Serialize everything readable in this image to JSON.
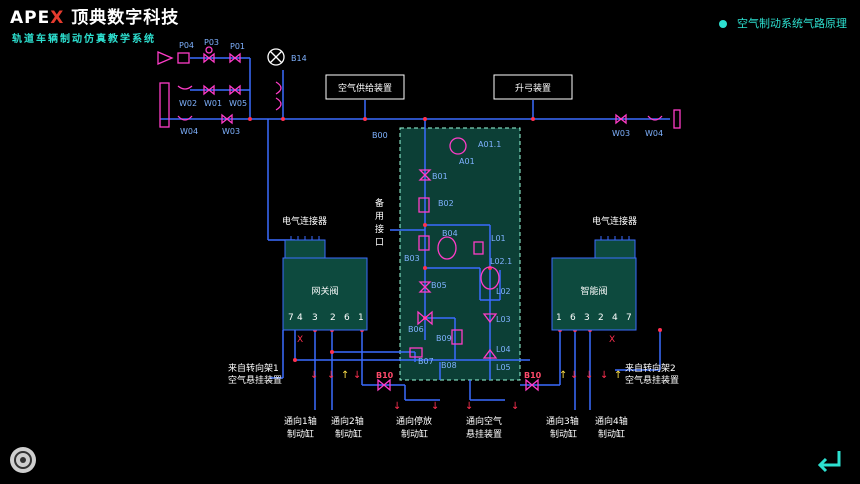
{
  "brand": {
    "name_part1": "APE",
    "name_part2": "X",
    "company": "顶典数字科技"
  },
  "subtitle": "轨道车辆制动仿真教学系统",
  "page_title": "空气制动系统气路原理",
  "labels": {
    "P04": "P04",
    "P03": "P03",
    "P01": "P01",
    "B14": "B14",
    "W02": "W02",
    "W01": "W01",
    "W05": "W05",
    "W04_left": "W04",
    "W03_left": "W03",
    "W03_right": "W03",
    "W04_right": "W04",
    "B00": "B00",
    "A01_1": "A01.1",
    "A01": "A01",
    "B01": "B01",
    "B02": "B02",
    "B04": "B04",
    "L01": "L01",
    "B03": "B03",
    "L02_1": "L02.1",
    "L02": "L02",
    "B05": "B05",
    "L03": "L03",
    "B06": "B06",
    "B09": "B09",
    "L04": "L04",
    "B07": "B07",
    "B08": "B08",
    "L05": "L05",
    "B10_left": "B10",
    "B10_right": "B10"
  },
  "boxes": {
    "air_supply": "空气供给装置",
    "pantograph": "升弓装置",
    "gateway_valve": "网关阀",
    "smart_valve": "智能阀"
  },
  "connectors": {
    "left": "电气连接器",
    "right": "电气连接器"
  },
  "spare_port": [
    "备",
    "用",
    "接",
    "口"
  ],
  "ports_left": [
    "7",
    "4",
    "3",
    "2",
    "6",
    "1"
  ],
  "ports_right": [
    "1",
    "6",
    "3",
    "2",
    "4",
    "7"
  ],
  "annotations": {
    "bogie1": [
      "来自转向架1",
      "空气悬挂装置"
    ],
    "bogie2": [
      "来自转向架2",
      "空气悬挂装置"
    ],
    "axle1": [
      "通向1轴",
      "制动缸"
    ],
    "axle2": [
      "通向2轴",
      "制动缸"
    ],
    "parking": [
      "通向停放",
      "制动缸"
    ],
    "air_susp": [
      "通向空气",
      "悬挂装置"
    ],
    "axle3": [
      "通向3轴",
      "制动缸"
    ],
    "axle4": [
      "通向4轴",
      "制动缸"
    ]
  },
  "colors": {
    "pipe": "#3a6cff",
    "component": "#ff3cc8",
    "accent": "#2de0d0",
    "panel": "#0d4a3e",
    "valve_box": "#0c3f36"
  },
  "icons": {
    "settings": "settings-icon",
    "back": "back-arrow-icon"
  }
}
